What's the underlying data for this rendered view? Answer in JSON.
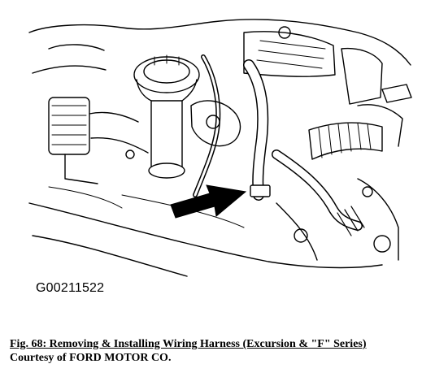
{
  "figure": {
    "id_label": "G00211522",
    "illustration": "engine-compartment-line-drawing",
    "arrow_icon": "pointer-arrow-icon"
  },
  "caption": {
    "title": "Fig. 68: Removing & Installing Wiring Harness (Excursion & \"F\" Series)",
    "credit": "Courtesy of FORD MOTOR CO."
  },
  "colors": {
    "ink": "#000000",
    "paper": "#ffffff"
  }
}
